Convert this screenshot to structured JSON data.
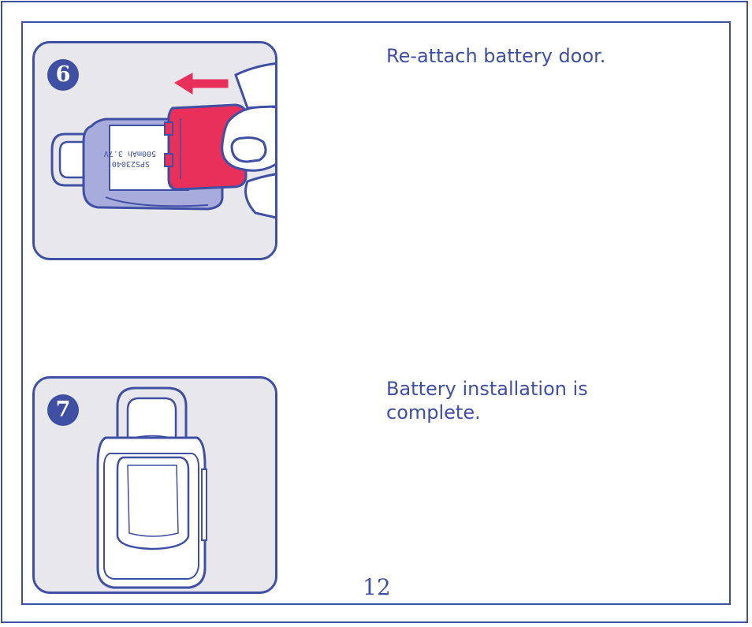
{
  "steps": [
    {
      "number": "6",
      "text": "Re-attach battery door.",
      "battery_label_line1": "SPS23040",
      "battery_label_line2": "500mAh 3.7V"
    },
    {
      "number": "7",
      "text": "Battery installation is complete."
    }
  ],
  "page_number": "12",
  "colors": {
    "accent": "#3f4fa3",
    "door": "#e8305a",
    "panel_bg": "#e8e8ec",
    "device_body": "#a8acdc"
  }
}
